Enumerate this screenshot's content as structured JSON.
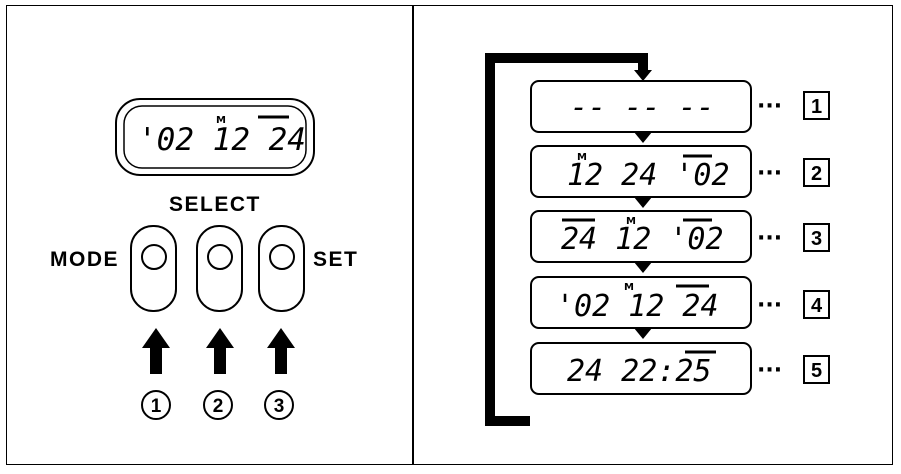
{
  "left": {
    "lcd_text": "'02 12 24",
    "select_label": "SELECT",
    "mode_label": "MODE",
    "set_label": "SET",
    "circled": [
      "1",
      "2",
      "3"
    ]
  },
  "right": {
    "rows": [
      {
        "display": "-- -- --",
        "step": "1"
      },
      {
        "display": "12 24 '02",
        "step": "2"
      },
      {
        "display": "24 12 '02",
        "step": "3"
      },
      {
        "display": "'02 12 24",
        "step": "4"
      },
      {
        "display": "24 22:25",
        "step": "5"
      }
    ],
    "dots": "···"
  }
}
